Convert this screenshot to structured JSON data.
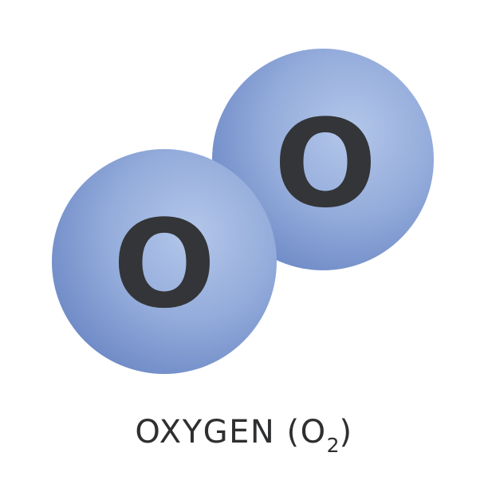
{
  "molecule": {
    "atom_symbol": "O",
    "caption_name": "OXYGEN",
    "caption_formula_open": "(O",
    "caption_formula_subscript": "2",
    "caption_formula_close": ")"
  },
  "colors": {
    "background": "#ffffff",
    "atom_light": "#b3c6e9",
    "atom_base": "#8aa3d6",
    "atom_dark": "#6d89c6",
    "letter": "#333538",
    "caption": "#2e2f31"
  }
}
